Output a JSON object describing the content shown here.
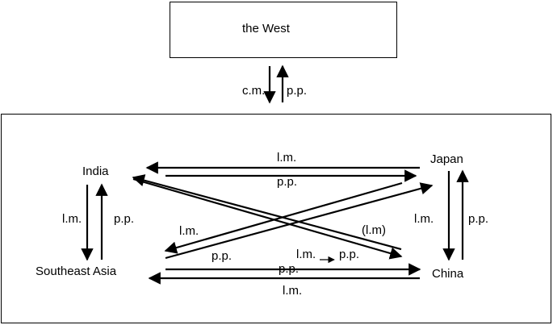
{
  "west_box": {
    "label": "the West"
  },
  "west_link": {
    "down_label": "c.m.",
    "up_label": "p.p."
  },
  "nodes": {
    "india": "India",
    "japan": "Japan",
    "southeast_asia": "Southeast Asia",
    "china": "China"
  },
  "edge_labels": {
    "japan_to_india": "l.m.",
    "india_to_japan": "p.p.",
    "india_to_sea": "l.m.",
    "sea_to_india": "p.p.",
    "japan_to_china": "l.m.",
    "china_to_japan": "p.p.",
    "japan_to_sea": "l.m.",
    "sea_to_japan": "p.p.",
    "china_to_india": "(l.m)",
    "sea_to_china_top": "l.m.",
    "sea_to_china_pp": "p.p.",
    "sea_to_china_mid": "p.p.",
    "china_to_sea": "l.m."
  }
}
